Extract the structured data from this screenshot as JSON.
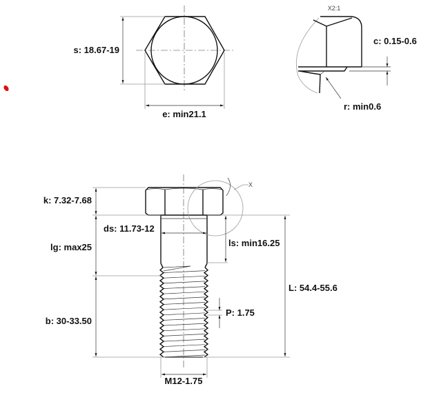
{
  "top_view": {
    "s_label": "s: 18.67-19",
    "e_label": "e: min21.1"
  },
  "detail_view": {
    "scale_label": "X2:1",
    "c_label": "c: 0.15-0.6",
    "r_label": "r: min0.6"
  },
  "side_view": {
    "detail_marker": "X",
    "k_label": "k: 7.32-7.68",
    "ds_label": "ds: 11.73-12",
    "lg_label": "lg: max25",
    "ls_label": "ls: min16.25",
    "L_label": "L: 54.4-55.6",
    "P_label": "P: 1.75",
    "b_label": "b: 30-33.50",
    "thread_label": "M12-1.75"
  },
  "colors": {
    "line": "#111111",
    "marker": "#e01010"
  }
}
